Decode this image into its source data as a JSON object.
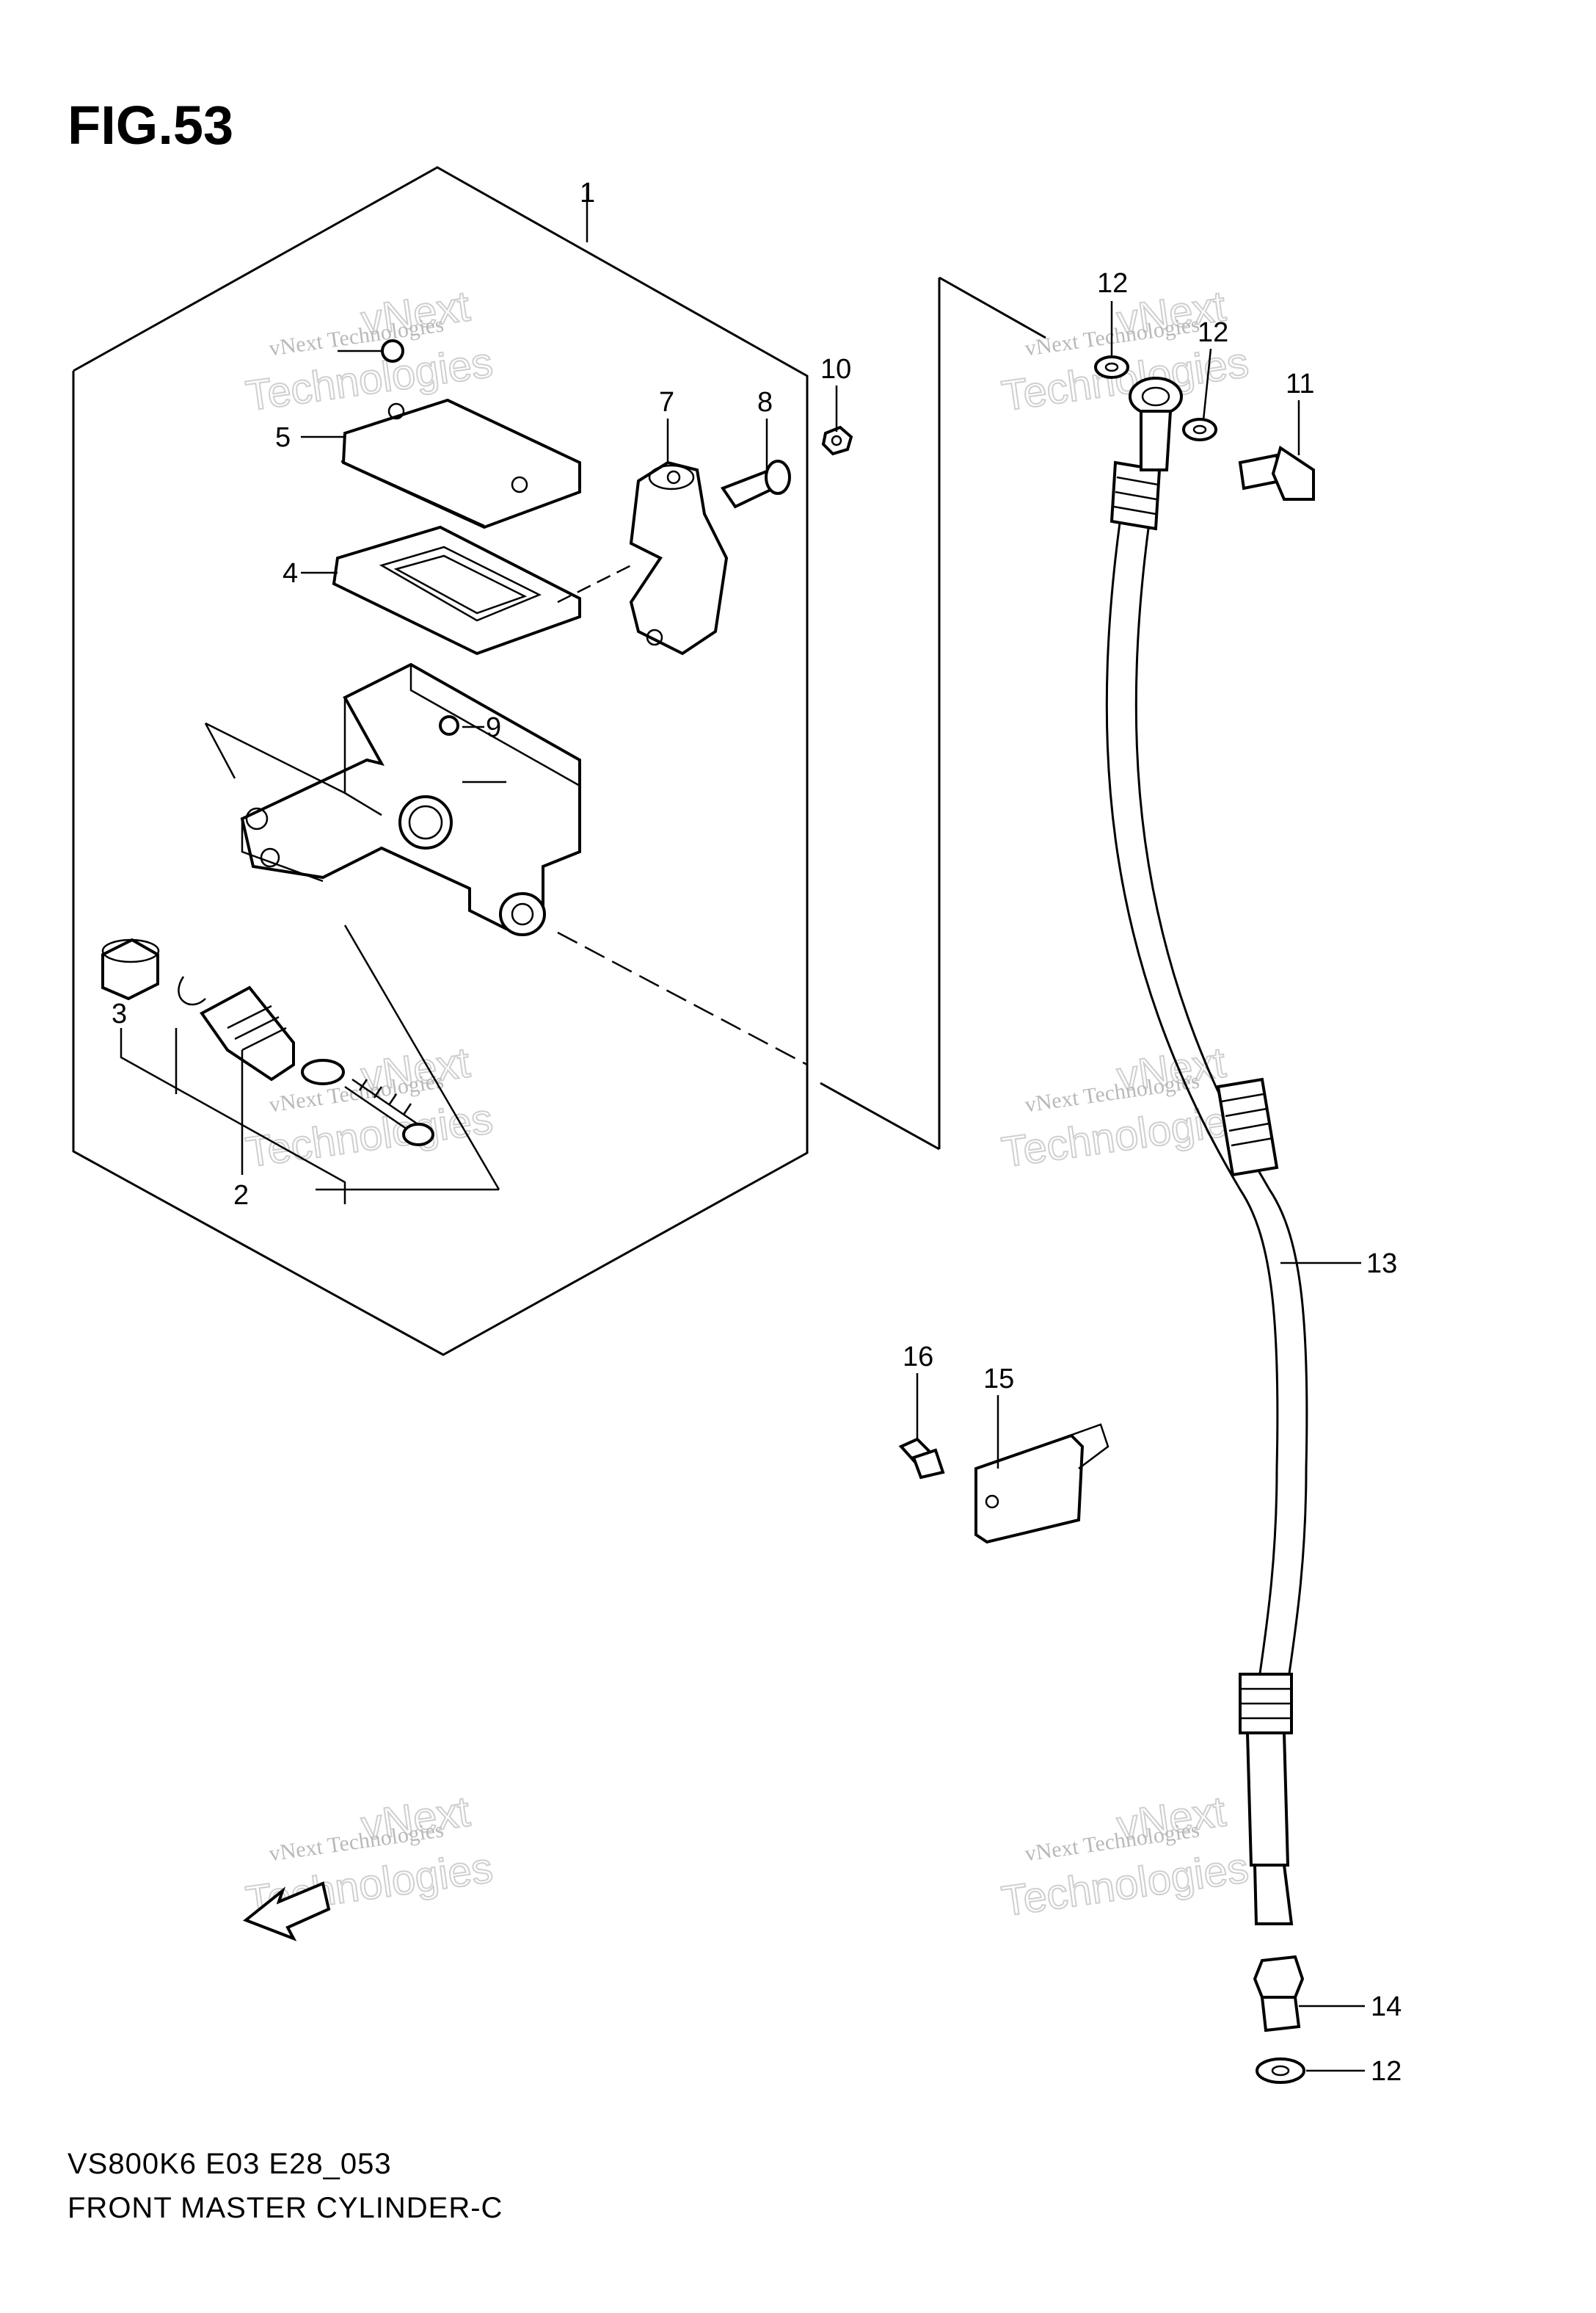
{
  "figure": {
    "title": "FIG.53",
    "model_code": "VS800K6 E03 E28_053",
    "caption": "FRONT MASTER CYLINDER-C"
  },
  "callouts": {
    "c1": "1",
    "c2": "2",
    "c3": "3",
    "c4": "4",
    "c5": "5",
    "c7": "7",
    "c8": "8",
    "c9": "9",
    "c10": "10",
    "c11": "11",
    "c12a": "12",
    "c12b": "12",
    "c12c": "12",
    "c13": "13",
    "c14": "14",
    "c15": "15",
    "c16": "16"
  },
  "watermark": {
    "line1": "vNext Technologies",
    "line2": "vNext",
    "line3": "Technologies"
  },
  "colors": {
    "ink": "#000000",
    "watermark": "#c8c8c8",
    "background": "#ffffff"
  }
}
